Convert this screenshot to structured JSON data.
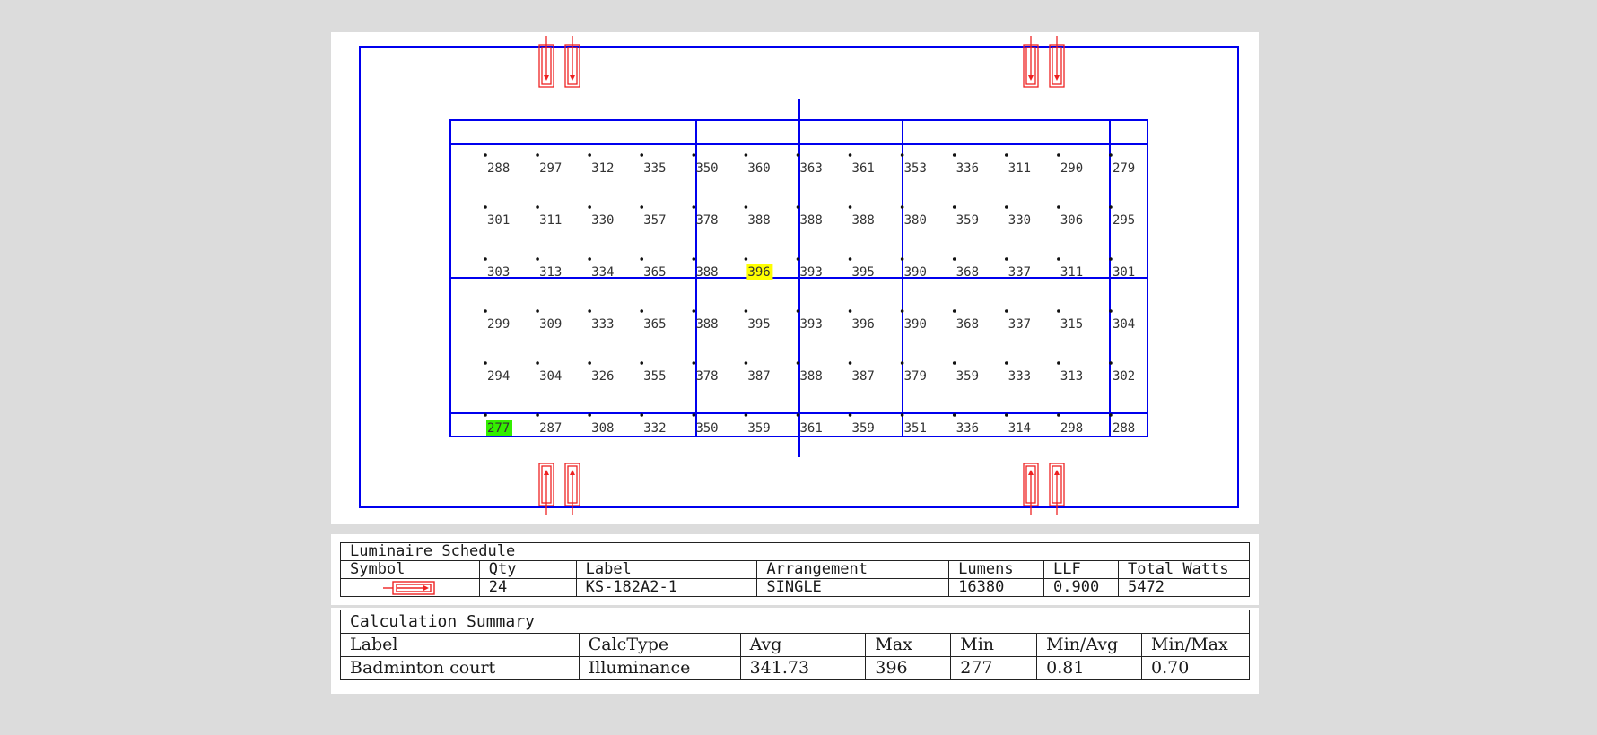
{
  "drawing": {
    "colors": {
      "court_lines": "#0000ee",
      "luminaire": "#ee2222",
      "max_highlight": "#ffff00",
      "min_highlight": "#33ee00",
      "grid_text": "#333333"
    },
    "grid_values": [
      [
        288,
        297,
        312,
        335,
        350,
        360,
        363,
        361,
        353,
        336,
        311,
        290,
        279
      ],
      [
        301,
        311,
        330,
        357,
        378,
        388,
        388,
        388,
        380,
        359,
        330,
        306,
        295
      ],
      [
        303,
        313,
        334,
        365,
        388,
        396,
        393,
        395,
        390,
        368,
        337,
        311,
        301
      ],
      [
        299,
        309,
        333,
        365,
        388,
        395,
        393,
        396,
        390,
        368,
        337,
        315,
        304
      ],
      [
        294,
        304,
        326,
        355,
        378,
        387,
        388,
        387,
        379,
        359,
        333,
        313,
        302
      ],
      [
        277,
        287,
        308,
        332,
        350,
        359,
        361,
        359,
        351,
        336,
        314,
        298,
        288
      ]
    ],
    "max_cell": {
      "row": 2,
      "col": 5
    },
    "min_cell": {
      "row": 5,
      "col": 0
    }
  },
  "luminaire_schedule": {
    "title": "Luminaire Schedule",
    "headers": [
      "Symbol",
      "Qty",
      "Label",
      "Arrangement",
      "Lumens",
      "LLF",
      "Total Watts"
    ],
    "row": {
      "symbol_icon": "luminaire-symbol-icon",
      "qty": "24",
      "label": "KS-182A2-1",
      "arrangement": "SINGLE",
      "lumens": "16380",
      "llf": "0.900",
      "total_watts": "5472"
    }
  },
  "calculation_summary": {
    "title": "Calculation Summary",
    "headers": [
      "Label",
      "CalcType",
      "Avg",
      "Max",
      "Min",
      "Min/Avg",
      "Min/Max"
    ],
    "row": {
      "label": "Badminton court",
      "calc_type": "Illuminance",
      "avg": "341.73",
      "max": "396",
      "min": "277",
      "min_avg": "0.81",
      "min_max": "0.70"
    }
  }
}
